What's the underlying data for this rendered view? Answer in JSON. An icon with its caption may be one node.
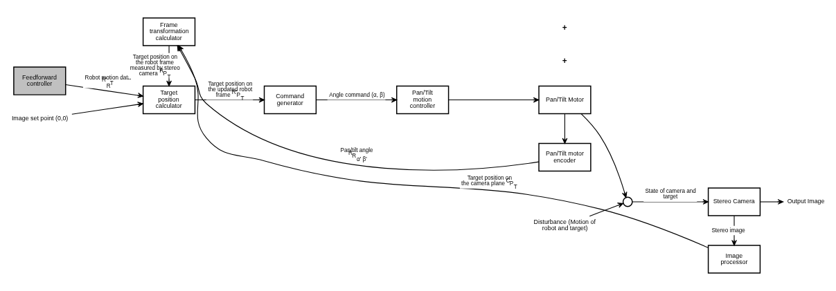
{
  "diagram": {
    "nodes": [
      {
        "text": [
          "Feedforward controller"
        ]
      },
      {
        "text": [
          "Image set point (0,0)"
        ]
      },
      {
        "text": [
          "Target position calculator"
        ]
      },
      {
        "text": [
          "Command generator"
        ]
      },
      {
        "text": [
          "Pan/Tilt motion controller"
        ]
      },
      {
        "text": [
          "Pan/Tilt Motor"
        ]
      },
      {
        "text": [],
        "shape": "circle"
      },
      {
        "text": [
          "Disturbance (Motion of robot and target)"
        ]
      },
      {
        "text": [
          "Stereo Camera"
        ]
      },
      {
        "text": [
          "Output Image"
        ]
      },
      {
        "text": [
          "Pan/Tilt motor encoder"
        ]
      },
      {
        "text": [
          "Image processor"
        ]
      },
      {
        "text": [
          "Frame transformation calculator"
        ]
      }
    ],
    "edges": [
      {
        "from": 0,
        "to": 2,
        "arrow": "to",
        "label": "Robot motion data $^{R'}$$_{R}$T"
      },
      {
        "from": 1,
        "to": 2,
        "arrow": "to"
      },
      {
        "from": 2,
        "to": 3,
        "arrow": "to",
        "label": "Target position on the updated robot frame $^{R'}$P$_{T}$"
      },
      {
        "from": 3,
        "to": 4,
        "arrow": "to",
        "label": "Angle command (α, β)"
      },
      {
        "from": 4,
        "to": 5,
        "arrow": "to"
      },
      {
        "from": 5,
        "to": 6,
        "arrow": "to"
      },
      {
        "from": 7,
        "to": 6,
        "arrow": "to"
      },
      {
        "from": 6,
        "to": 8,
        "arrow": "to",
        "label": "State of camera and target"
      },
      {
        "from": 8,
        "to": 9,
        "arrow": "to"
      },
      {
        "from": 5,
        "to": 10,
        "arrow": "to"
      },
      {
        "from": 8,
        "to": 11,
        "arrow": "to",
        "label": "Stereo image"
      },
      {
        "from": 10,
        "to": 12,
        "arrow": "to",
        "label": "Pan/tilt angle $^{R}$R$_{α' β'}$"
      },
      {
        "from": 11,
        "to": 12,
        "arrow": "to",
        "label": "Target position on the camera plane $^{C}$P$_{T}$"
      },
      {
        "from": 12,
        "to": 2,
        "arrow": "to",
        "label": "Target position on the robot frame measured by stereo camera $^{R}$P$_{T}$"
      }
    ],
    "labels": [
      "+",
      "+"
    ]
  }
}
